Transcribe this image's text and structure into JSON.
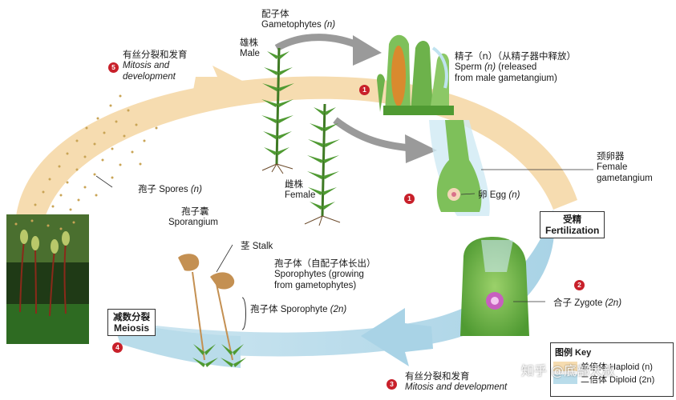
{
  "labels": {
    "gametophytes_zh": "配子体",
    "gametophytes_en": "Gametophytes",
    "gametophytes_n": "(n)",
    "male_zh": "雄株",
    "male_en": "Male",
    "female_zh": "雌株",
    "female_en": "Female",
    "sperm_zh": "精子（n）（从精子器中释放）",
    "sperm_en_1": "Sperm",
    "sperm_n": "(n)",
    "sperm_en_1b": "(released",
    "sperm_en_2": "from male gametangium)",
    "female_gametangium_zh": "颈卵器",
    "female_gametangium_en_1": "Female",
    "female_gametangium_en_2": "gametangium",
    "egg_zh": "卵",
    "egg_en": "Egg",
    "egg_n": "(n)",
    "fertilization_zh": "受精",
    "fertilization_en": "Fertilization",
    "zygote_zh": "合子",
    "zygote_en": "Zygote",
    "zygote_n": "(2n)",
    "mitosis_dev_zh_top": "有丝分裂和发育",
    "mitosis_en_top_1": "Mitosis and",
    "mitosis_en_top_2": "development",
    "mitosis_dev_zh_bottom": "有丝分裂和发育",
    "mitosis_en_bottom": "Mitosis and development",
    "spores_zh": "孢子",
    "spores_en": "Spores",
    "spores_n": "(n)",
    "sporangium_zh": "孢子囊",
    "sporangium_en": "Sporangium",
    "stalk_zh": "茎",
    "stalk_en": "Stalk",
    "sporophytes_zh": "孢子体（自配子体长出）",
    "sporophytes_en_1": "Sporophytes (growing",
    "sporophytes_en_2": "from gametophytes)",
    "sporophyte_zh": "孢子体",
    "sporophyte_en": "Sporophyte",
    "sporophyte_2n": "(2n)",
    "meiosis_zh": "减数分裂",
    "meiosis_en": "Meiosis"
  },
  "steps": [
    "1",
    "1",
    "2",
    "3",
    "4",
    "5"
  ],
  "key": {
    "title": "图例 Key",
    "haploid": "单倍体 Haploid (n)",
    "diploid": "二倍体 Diploid (2n)",
    "haploid_color": "#f6dcb0",
    "diploid_color": "#b9dcea"
  },
  "watermark": "知乎 @底部大叔",
  "colors": {
    "haploid_band": "#f6dcb0",
    "diploid_band": "#b9dcea",
    "step_badge": "#c8202a",
    "moss_green": "#3f8f2a"
  }
}
